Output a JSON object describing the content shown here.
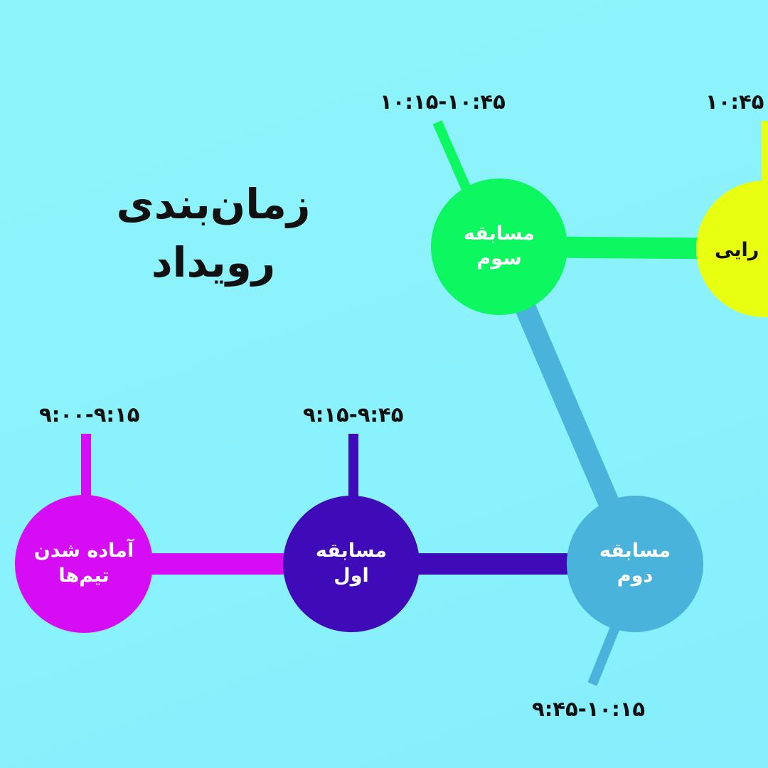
{
  "title": {
    "line1": "زمان‌بندی",
    "line2": "رویداد"
  },
  "colors": {
    "background": "#8af2fc",
    "prep": "#d60cf5",
    "first": "#3f0bb8",
    "second": "#4ab3db",
    "third": "#0cf760",
    "fourth": "#e8ff12"
  },
  "stages": [
    {
      "id": "prep",
      "line1": "آماده شدن",
      "line2": "تیم‌ها",
      "time": "۹:۰۰-۹:۱۵"
    },
    {
      "id": "first",
      "line1": "مسابقه",
      "line2": "اول",
      "time": "۹:۱۵-۹:۴۵"
    },
    {
      "id": "second",
      "line1": "مسابقه",
      "line2": "دوم",
      "time": "۹:۴۵-۱۰:۱۵"
    },
    {
      "id": "third",
      "line1": "مسابقه",
      "line2": "سوم",
      "time": "۱۰:۱۵-۱۰:۴۵"
    },
    {
      "id": "fourth",
      "line1": "رایی",
      "line2": "",
      "time": "۱۰:۴۵"
    }
  ]
}
